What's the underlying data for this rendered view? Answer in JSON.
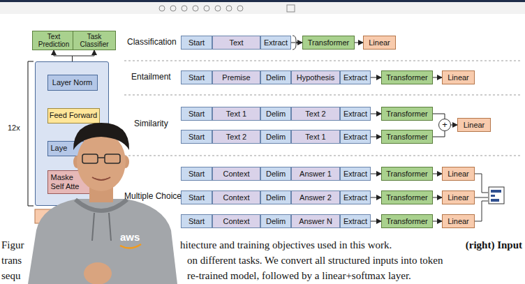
{
  "diagram": {
    "nodes": [
      {
        "text": [
          "Text Prediction"
        ]
      },
      {
        "text": [
          "Task Classifier"
        ]
      },
      {
        "text": [
          "12x"
        ]
      },
      {
        "text": [
          "Layer Norm"
        ],
        "in": 2
      },
      {
        "text": [
          "Feed Forward"
        ],
        "in": 2
      },
      {
        "text": [
          "Laye"
        ],
        "in": 2
      },
      {
        "text": [
          "Maske Self Atte"
        ],
        "in": 2
      },
      {
        "text": [
          "Start"
        ]
      },
      {
        "text": [
          "Text"
        ]
      },
      {
        "text": [
          "Extract"
        ]
      },
      {
        "text": [
          "Transformer"
        ]
      },
      {
        "text": [
          "Linear"
        ]
      },
      {
        "text": [
          "Start"
        ]
      },
      {
        "text": [
          "Premise"
        ]
      },
      {
        "text": [
          "Delim"
        ]
      },
      {
        "text": [
          "Hypothesis"
        ]
      },
      {
        "text": [
          "Extract"
        ]
      },
      {
        "text": [
          "Transformer"
        ]
      },
      {
        "text": [
          "Linear"
        ]
      },
      {
        "text": [
          "Start"
        ]
      },
      {
        "text": [
          "Text 1"
        ]
      },
      {
        "text": [
          "Delim"
        ]
      },
      {
        "text": [
          "Text 2"
        ]
      },
      {
        "text": [
          "Extract"
        ]
      },
      {
        "text": [
          "Transformer"
        ]
      },
      {
        "text": [
          "Start"
        ]
      },
      {
        "text": [
          "Text 2"
        ]
      },
      {
        "text": [
          "Delim"
        ]
      },
      {
        "text": [
          "Text 1"
        ]
      },
      {
        "text": [
          "Extract"
        ]
      },
      {
        "text": [
          "Transformer"
        ]
      },
      {
        "text": [
          "+"
        ]
      },
      {
        "text": [
          "Linear"
        ]
      },
      {
        "text": [
          "Start"
        ]
      },
      {
        "text": [
          "Context"
        ]
      },
      {
        "text": [
          "Delim"
        ]
      },
      {
        "text": [
          "Answer 1"
        ]
      },
      {
        "text": [
          "Extract"
        ]
      },
      {
        "text": [
          "Transformer"
        ]
      },
      {
        "text": [
          "Linear"
        ]
      },
      {
        "text": [
          "Start"
        ]
      },
      {
        "text": [
          "Context"
        ]
      },
      {
        "text": [
          "Delim"
        ]
      },
      {
        "text": [
          "Answer 2"
        ]
      },
      {
        "text": [
          "Extract"
        ]
      },
      {
        "text": [
          "Transformer"
        ]
      },
      {
        "text": [
          "Linear"
        ]
      },
      {
        "text": [
          "Start"
        ]
      },
      {
        "text": [
          "Context"
        ]
      },
      {
        "text": [
          "Delim"
        ]
      },
      {
        "text": [
          "Answer N"
        ]
      },
      {
        "text": [
          "Extract"
        ]
      },
      {
        "text": [
          "Transformer"
        ]
      },
      {
        "text": [
          "Linear"
        ]
      }
    ],
    "edges": [
      {
        "from": 6,
        "to": 5,
        "arrow": "to"
      },
      {
        "from": 5,
        "to": 4,
        "arrow": "to"
      },
      {
        "from": 4,
        "to": 3,
        "arrow": "to"
      },
      {
        "from": 3,
        "to": 0,
        "arrow": "to"
      },
      {
        "from": 3,
        "to": 1,
        "arrow": "to"
      },
      {
        "from": 9,
        "to": 10,
        "arrow": "to"
      },
      {
        "from": 10,
        "to": 11,
        "arrow": "to"
      },
      {
        "from": 16,
        "to": 17,
        "arrow": "to"
      },
      {
        "from": 17,
        "to": 18,
        "arrow": "to"
      },
      {
        "from": 23,
        "to": 24,
        "arrow": "to"
      },
      {
        "from": 29,
        "to": 30,
        "arrow": "to"
      },
      {
        "from": 24,
        "to": 31,
        "arrow": "none"
      },
      {
        "from": 30,
        "to": 31,
        "arrow": "none"
      },
      {
        "from": 31,
        "to": 32,
        "arrow": "to"
      },
      {
        "from": 37,
        "to": 38,
        "arrow": "to"
      },
      {
        "from": 38,
        "to": 39,
        "arrow": "to"
      },
      {
        "from": 44,
        "to": 45,
        "arrow": "to"
      },
      {
        "from": 45,
        "to": 46,
        "arrow": "to"
      },
      {
        "from": 51,
        "to": 52,
        "arrow": "to"
      },
      {
        "from": 52,
        "to": 53,
        "arrow": "to"
      }
    ],
    "labels": [
      "Classification",
      "Entailment",
      "Similarity",
      "Multiple Choice",
      "Figur",
      "hitecture and training objectives used in this work.",
      "(right) Input",
      "trans",
      "on different tasks. We convert all structured inputs into token",
      "sequ",
      "re-trained model, followed by a linear+softmax layer.",
      "aws"
    ]
  }
}
